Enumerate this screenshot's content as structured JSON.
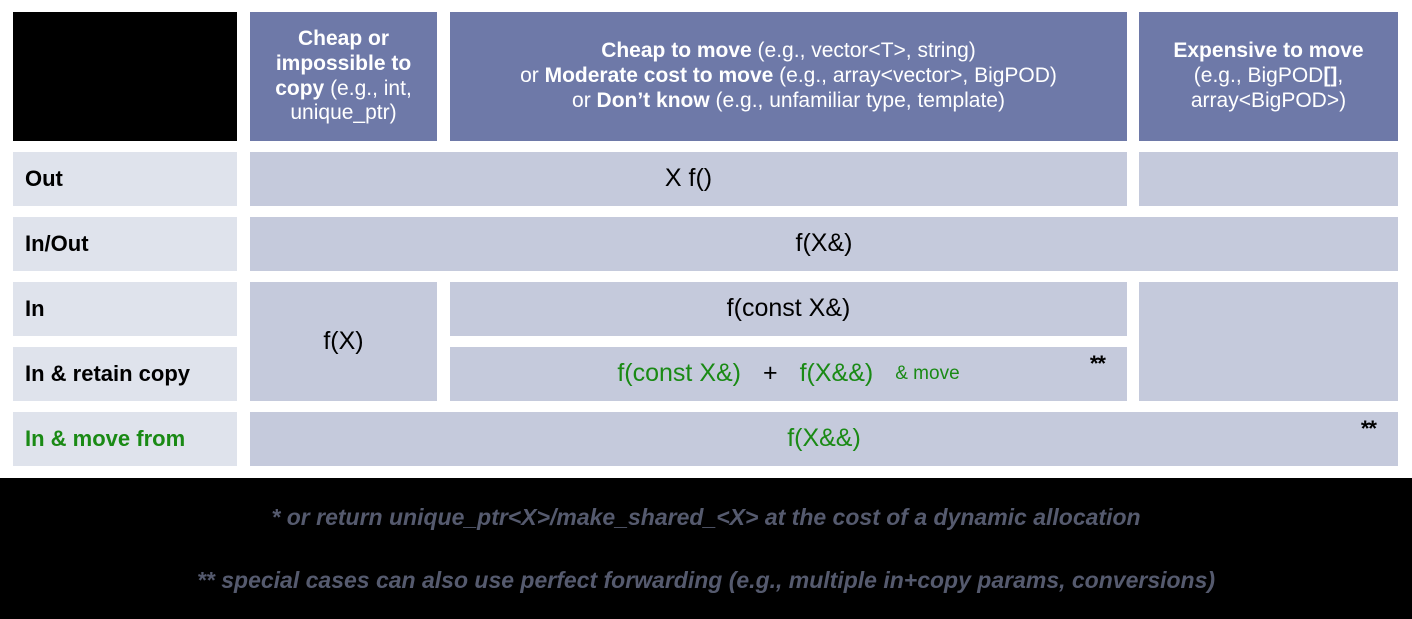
{
  "title": "C++ Parameter Passing and Return Value Guidelines",
  "colors": {
    "header_fill": "#6e79a8",
    "body_fill": "#c5cadc",
    "rowlabel_fill": "#dfe3ec",
    "accent_green": "#1a8a15",
    "footer_bg": "#000000",
    "footnote_text": "#555a6e"
  },
  "header": {
    "corner_blank": "",
    "col_cheap_copy": {
      "line1_bold": "Cheap or",
      "line2_bold": "impossible to",
      "line3_bold": "copy",
      "line3_rest": " (e.g., int,",
      "line4_rest": "unique_ptr)"
    },
    "col_cheap_move": {
      "line1_bold": "Cheap to move",
      "line1_rest": " (e.g., vector<T>, string)",
      "line2_pre": "or ",
      "line2_bold": "Moderate cost to move",
      "line2_rest": " (e.g., array<vector>, BigPOD)",
      "line3_pre": "or ",
      "line3_bold": "Don’t know",
      "line3_rest": " (e.g., unfamiliar type, template)"
    },
    "col_expensive_move": {
      "line1_bold": "Expensive to move",
      "line2_rest": "(e.g., BigPOD",
      "line2_bold_tail": "[]",
      "line2_tail": ",",
      "line3_rest": "array<BigPOD>)"
    }
  },
  "rows": [
    {
      "label": "Out",
      "label_green": false,
      "cells": [
        {
          "text": "X f()",
          "green": false,
          "mark": ""
        },
        {
          "text": "",
          "green": false,
          "mark": ""
        }
      ]
    },
    {
      "label": "In/Out",
      "label_green": false,
      "cells": [
        {
          "text": "f(X&)",
          "green": false,
          "mark": ""
        }
      ]
    },
    {
      "label": "In",
      "label_green": false,
      "cells": [
        {
          "text": "f(X)",
          "green": false,
          "mark": ""
        },
        {
          "text": "f(const X&)",
          "green": false,
          "mark": ""
        }
      ]
    },
    {
      "label": "In & retain copy",
      "label_green": false,
      "cells": [
        {
          "parts": [
            {
              "text": "f(const X&)",
              "style": "green"
            },
            {
              "text": "+",
              "style": "black"
            },
            {
              "text": "f(X&&)",
              "style": "green"
            },
            {
              "text": "& move",
              "style": "green-small"
            }
          ],
          "mark": "**"
        }
      ]
    },
    {
      "label": "In & move from",
      "label_green": true,
      "cells": [
        {
          "text": "f(X&&)",
          "green": true,
          "mark": "**"
        }
      ]
    }
  ],
  "footnotes": {
    "note1": "* or return unique_ptr<X>/make_shared_<X> at the cost of a dynamic allocation",
    "note2": "** special cases can also use perfect forwarding (e.g., multiple in+copy params, conversions)"
  }
}
